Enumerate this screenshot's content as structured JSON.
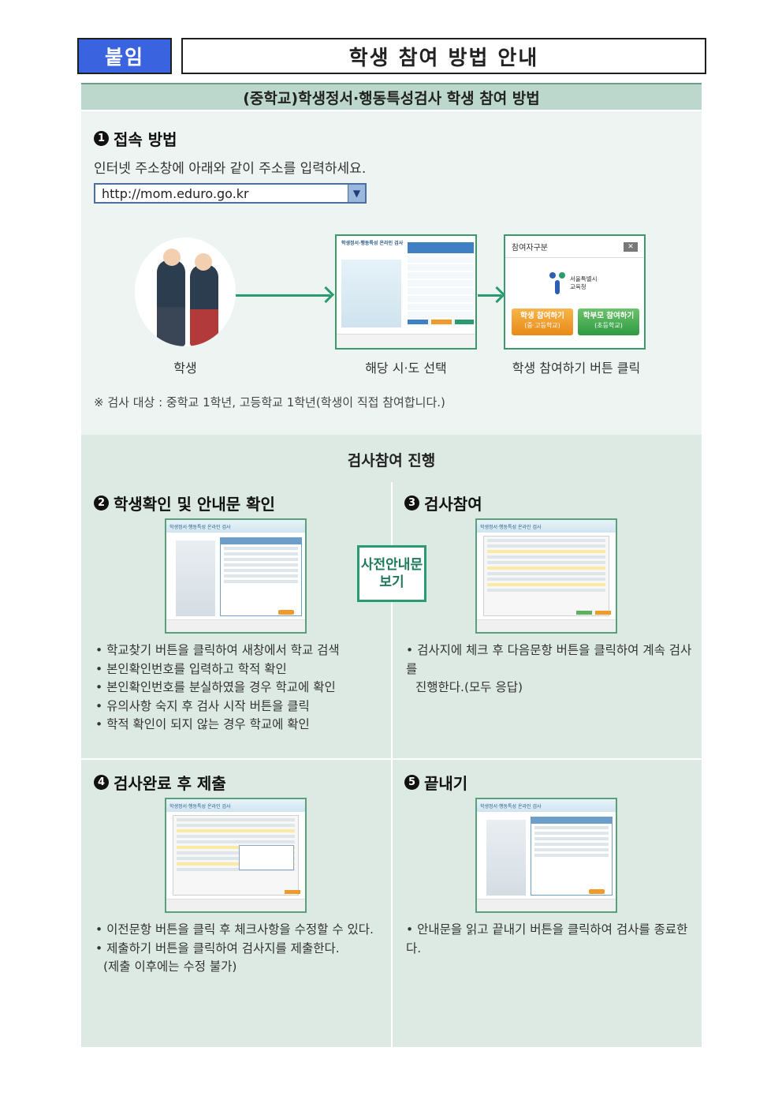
{
  "header": {
    "tag": "붙임",
    "title": "학생 참여 방법 안내"
  },
  "panel_title": "(중학교)학생정서·행동특성검사 학생 참여 방법",
  "section1": {
    "number": "1",
    "heading": "접속 방법",
    "intro": "인터넷 주소창에 아래와 같이 주소를 입력하세요.",
    "url": "http://mom.eduro.go.kr",
    "steps": [
      {
        "caption": "학생"
      },
      {
        "caption": "해당 시·도 선택",
        "screen_title": "학생정서·행동특성 온라인 검사"
      },
      {
        "caption": "학생 참여하기 버튼 클릭",
        "popup_title": "참여자구분",
        "org": "서울특별시\n교육청",
        "btn_student": "학생 참여하기",
        "btn_student_sub": "(중·고등학교)",
        "btn_parent": "학부모 참여하기",
        "btn_parent_sub": "(초등학교)"
      }
    ],
    "note": "※ 검사 대상 : 중학교 1학년, 고등학교 1학년(학생이 직접 참여합니다.)"
  },
  "section2": {
    "title": "검사참여 진행",
    "callout": "사전안내문\n보기",
    "steps": [
      {
        "number": "2",
        "heading": "학생확인 및 안내문 확인",
        "screen_title": "학생정서·행동특성 온라인 검사",
        "bullets": [
          "• 학교찾기 버튼을 클릭하여 새창에서 학교 검색",
          "• 본인확인번호를 입력하고 학적 확인",
          "• 본인확인번호를 분실하였을 경우 학교에 확인",
          "• 유의사항 숙지 후 검사 시작 버튼을 클릭",
          "• 학적 확인이 되지 않는 경우 학교에 확인"
        ]
      },
      {
        "number": "3",
        "heading": "검사참여",
        "screen_title": "학생정서·행동특성 온라인 검사",
        "bullets": [
          "• 검사지에 체크 후 다음문항 버튼을 클릭하여 계속 검사를",
          "진행한다.(모두 응답)"
        ]
      },
      {
        "number": "4",
        "heading": "검사완료 후 제출",
        "screen_title": "학생정서·행동특성 온라인 검사",
        "bullets": [
          "• 이전문항 버튼을 클릭 후 체크사항을 수정할 수 있다.",
          "• 제출하기 버튼을 클릭하여 검사지를 제출한다.",
          "(제출 이후에는 수정 불가)"
        ]
      },
      {
        "number": "5",
        "heading": "끝내기",
        "screen_title": "학생정서·행동특성 온라인 검사",
        "bullets": [
          "• 안내문을 읽고 끝내기 버튼을 클릭하여 검사를 종료한다."
        ]
      }
    ]
  },
  "colors": {
    "accent_blue": "#3a63e0",
    "accent_green": "#2a9a70",
    "panel_header": "#bcd8cc",
    "section_bg": "#dde9e3"
  }
}
